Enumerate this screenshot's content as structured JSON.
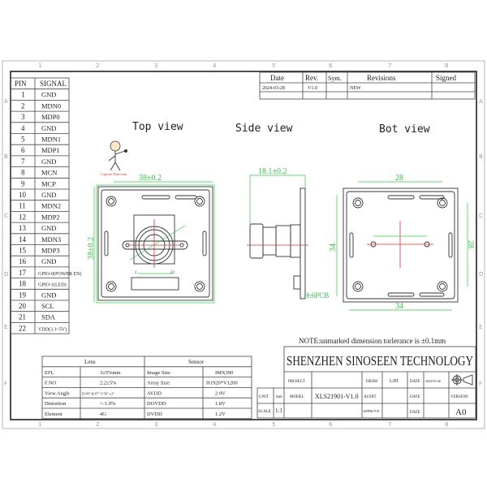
{
  "frame": {
    "columns": [
      "1",
      "2",
      "3",
      "4",
      "5",
      "6",
      "7",
      "8"
    ],
    "rows": [
      "A",
      "B",
      "C",
      "D",
      "E",
      "F"
    ]
  },
  "pin_table": {
    "headers": [
      "PIN",
      "SIGNAL"
    ],
    "rows": [
      [
        "1",
        "GND"
      ],
      [
        "2",
        "MDN0"
      ],
      [
        "3",
        "MDP0"
      ],
      [
        "4",
        "GND"
      ],
      [
        "5",
        "MDN1"
      ],
      [
        "6",
        "MDP1"
      ],
      [
        "7",
        "GND"
      ],
      [
        "8",
        "MCN"
      ],
      [
        "9",
        "MCP"
      ],
      [
        "10",
        "GND"
      ],
      [
        "11",
        "MDN2"
      ],
      [
        "12",
        "MDP2"
      ],
      [
        "13",
        "GND"
      ],
      [
        "14",
        "MDN3"
      ],
      [
        "15",
        "MDP3"
      ],
      [
        "16",
        "GND"
      ],
      [
        "17",
        "GPIO-0(POWER EN)"
      ],
      [
        "18",
        "GPIO-1(LED)"
      ],
      [
        "19",
        "GND"
      ],
      [
        "20",
        "SCL"
      ],
      [
        "21",
        "SDA"
      ],
      [
        "22",
        "VDD(3.3~5V)"
      ]
    ]
  },
  "revisions": {
    "headers": [
      "Date",
      "Rev.",
      "Sym.",
      "Revisions",
      "Signed"
    ],
    "rows": [
      [
        "2024-03-28",
        "V1.0",
        "",
        "NEW",
        ""
      ]
    ]
  },
  "views": {
    "top": {
      "title": "Top view",
      "capture_label": "Capture Direction",
      "width_dim": "38±0.2",
      "height_dim": "38±0.2",
      "connector_pin_first": "1",
      "connector_pin_last": "22"
    },
    "side": {
      "title": "Side view",
      "depth_dim": "18.1±0.2",
      "pcb_dim": "1.6PCB"
    },
    "bot": {
      "title": "Bot view",
      "hole_span_top": "28",
      "hole_span_right": "28",
      "board_width": "34",
      "board_height": "34"
    }
  },
  "note": "NOTE:unmarked dimension torlerance is ±0.1mm",
  "spec_table": {
    "lens_header": "Lens",
    "sensor_header": "Sensor",
    "rows": [
      [
        "EFL",
        "3±5%mm",
        "Image Size",
        "IMX390"
      ],
      [
        "F.NO",
        "2.2±5%",
        "Array Size",
        "H1920*V1200"
      ],
      [
        "View.Angle",
        "D:98° H:87° V:56° ±3°",
        "AVDD",
        "2.9V"
      ],
      [
        "Distortion",
        "<-1.0%",
        "DOVDD",
        "1.8V"
      ],
      [
        "Element",
        "4G",
        "DVDD",
        "1.2V"
      ]
    ]
  },
  "title_block": {
    "company": "SHENZHEN SINOSEEN TECHNOLOGY",
    "project_label": "PROJECT",
    "project": "",
    "model_label": "MODEL",
    "model": "XLS21901-V1.0",
    "unit_label": "UNIT",
    "unit": "mm",
    "scale_label": "SCALE",
    "scale": "1:1",
    "draw_label": "DRAW",
    "draw": "LJH",
    "audit_label": "AUDIT",
    "approve_label": "APPROVE",
    "date_label": "DATE",
    "date": "2024-03-28",
    "version_label": "VERSION",
    "version": "A0"
  },
  "colors": {
    "dimension": "#2ecc40",
    "centerline": "#e0302a",
    "outline": "#333333"
  }
}
